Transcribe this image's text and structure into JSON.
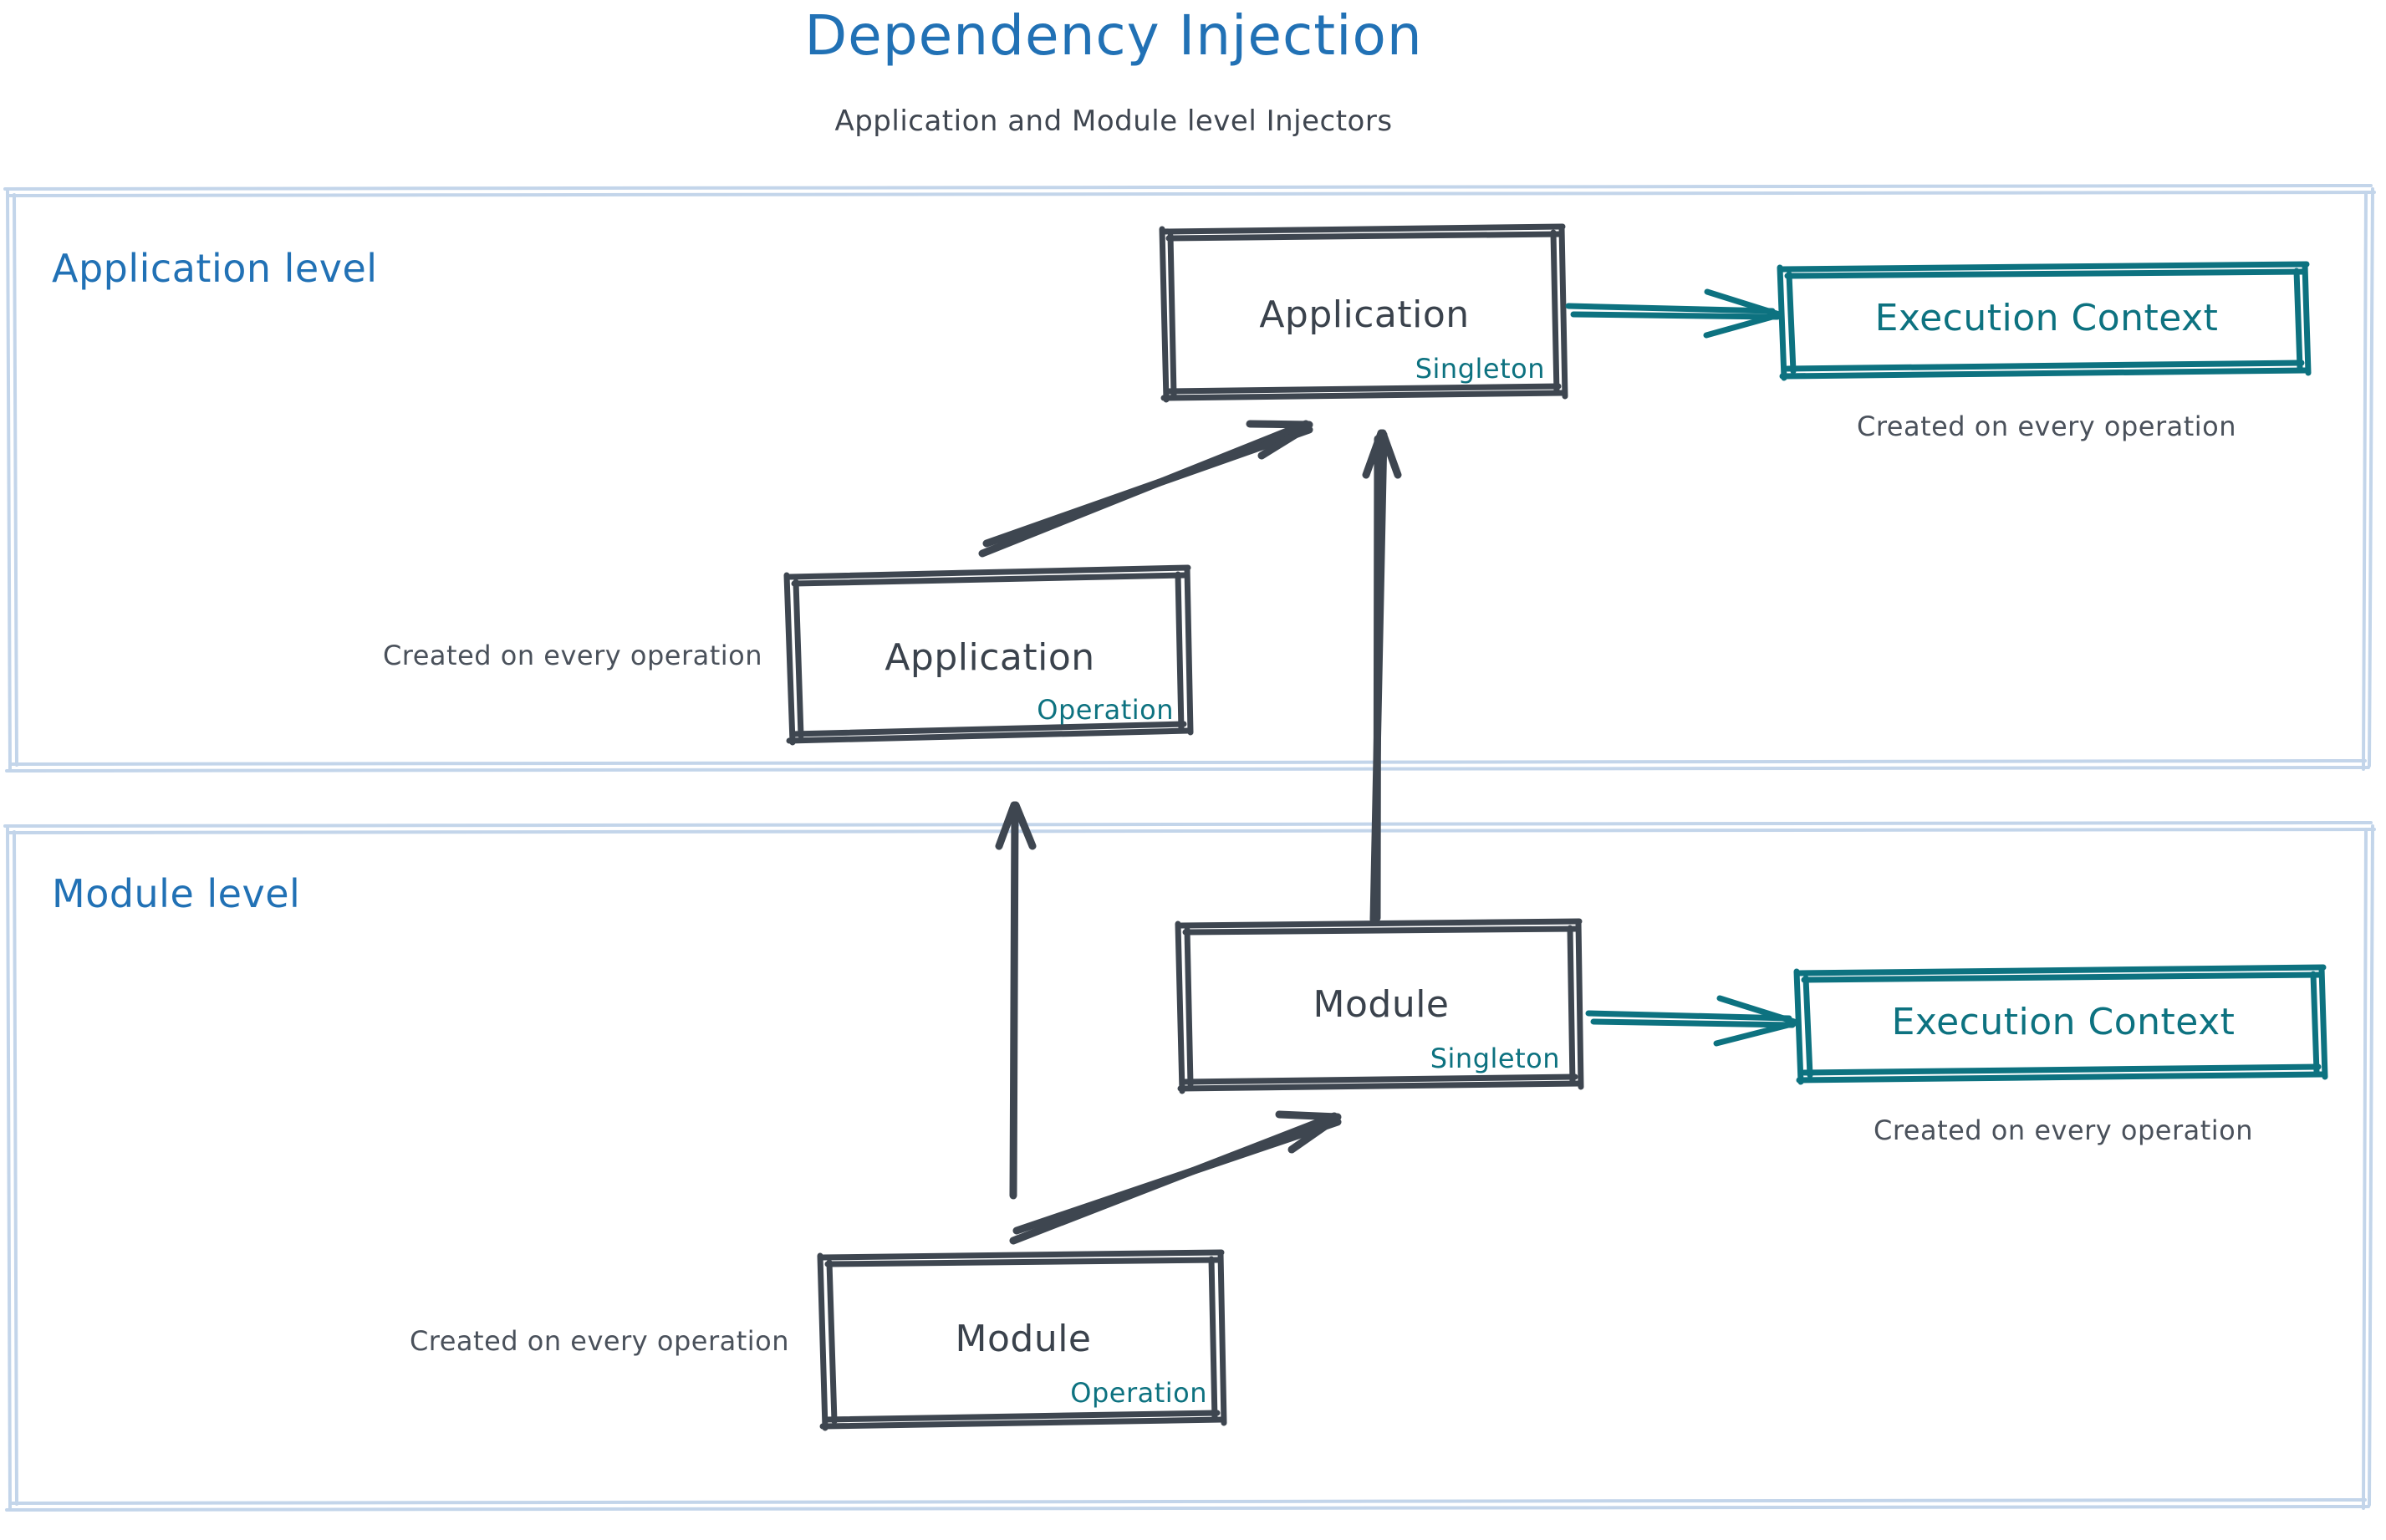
{
  "header": {
    "title": "Dependency Injection",
    "subtitle": "Application and Module level Injectors"
  },
  "colors": {
    "title_blue": "#2171b5",
    "panel_border": "#c3d5ea",
    "ink_dark": "#3a424c",
    "teal": "#0d7280",
    "caption_gray": "#4a515b",
    "background": "#ffffff"
  },
  "panels": [
    {
      "id": "application-level",
      "label": "Application level",
      "nodes": [
        {
          "id": "application-singleton",
          "title": "Application",
          "scope": "Singleton",
          "style": "dark"
        },
        {
          "id": "application-execution-context",
          "title": "Execution Context",
          "scope": "",
          "style": "teal",
          "caption": "Created on every operation"
        },
        {
          "id": "application-operation",
          "title": "Application",
          "scope": "Operation",
          "style": "dark",
          "caption": "Created on every operation"
        }
      ]
    },
    {
      "id": "module-level",
      "label": "Module level",
      "nodes": [
        {
          "id": "module-singleton",
          "title": "Module",
          "scope": "Singleton",
          "style": "dark"
        },
        {
          "id": "module-execution-context",
          "title": "Execution Context",
          "scope": "",
          "style": "teal",
          "caption": "Created on every operation"
        },
        {
          "id": "module-operation",
          "title": "Module",
          "scope": "Operation",
          "style": "dark",
          "caption": "Created on every operation"
        }
      ]
    }
  ],
  "edges": [
    {
      "id": "app-singleton-to-exec-context",
      "from": "application-singleton",
      "to": "application-execution-context",
      "style": "teal-double"
    },
    {
      "id": "app-operation-to-app-singleton",
      "from": "application-operation",
      "to": "application-singleton",
      "style": "dark-double"
    },
    {
      "id": "module-singleton-to-app-singleton",
      "from": "module-singleton",
      "to": "application-singleton",
      "style": "dark-double"
    },
    {
      "id": "module-singleton-to-exec-context",
      "from": "module-singleton",
      "to": "module-execution-context",
      "style": "teal-double"
    },
    {
      "id": "module-operation-to-module-singleton",
      "from": "module-operation",
      "to": "module-singleton",
      "style": "dark-double"
    },
    {
      "id": "module-operation-to-app-operation",
      "from": "module-operation",
      "to": "application-operation",
      "style": "dark-single"
    }
  ],
  "labels": {
    "app_operation_caption": "Created on every operation",
    "app_context_caption": "Created on every operation",
    "module_operation_caption": "Created on every operation",
    "module_context_caption": "Created on every operation"
  }
}
